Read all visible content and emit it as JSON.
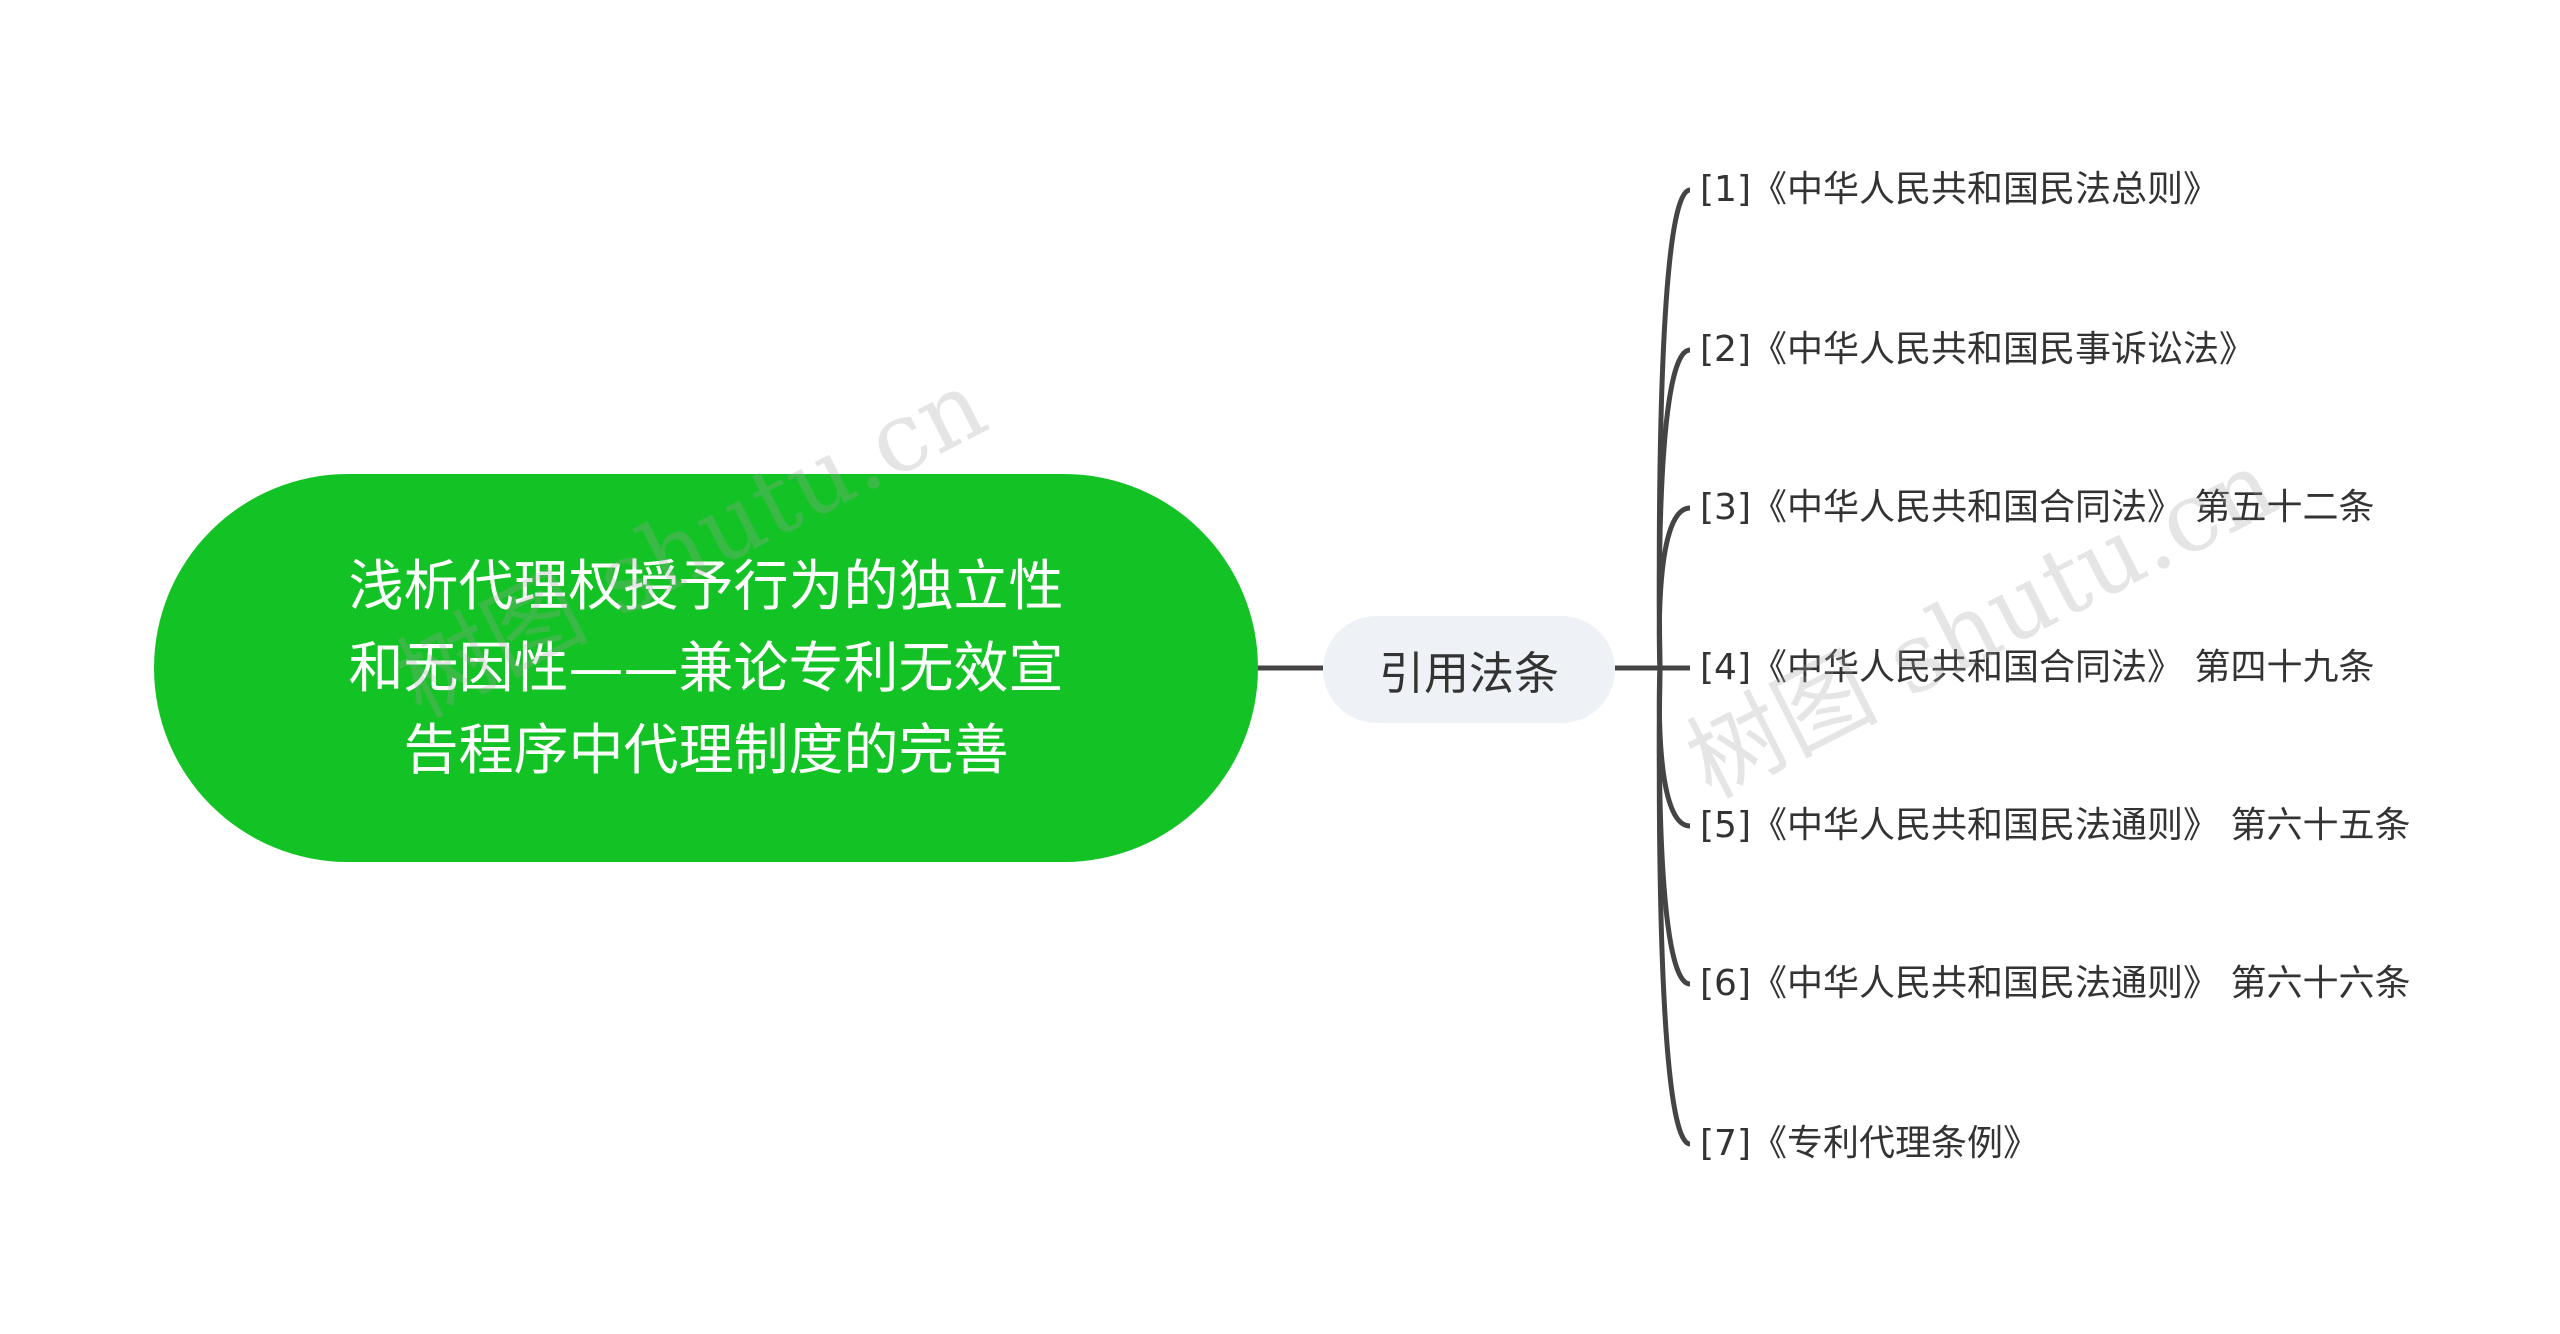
{
  "root": {
    "title": "浅析代理权授予行为的独立性和无因性——兼论专利无效宣告程序中代理制度的完善",
    "color": "#13c224"
  },
  "branch": {
    "label": "引用法条",
    "color": "#eef2f6"
  },
  "leaves": [
    {
      "label": "[1]《中华人民共和国民法总则》"
    },
    {
      "label": "[2]《中华人民共和国民事诉讼法》"
    },
    {
      "label": "[3]《中华人民共和国合同法》 第五十二条"
    },
    {
      "label": "[4]《中华人民共和国合同法》 第四十九条"
    },
    {
      "label": "[5]《中华人民共和国民法通则》 第六十五条"
    },
    {
      "label": "[6]《中华人民共和国民法通则》 第六十六条"
    },
    {
      "label": "[7]《专利代理条例》"
    }
  ],
  "watermarks": [
    "树图 shutu.cn",
    "树图 shutu.cn"
  ],
  "line_color": "#444444"
}
